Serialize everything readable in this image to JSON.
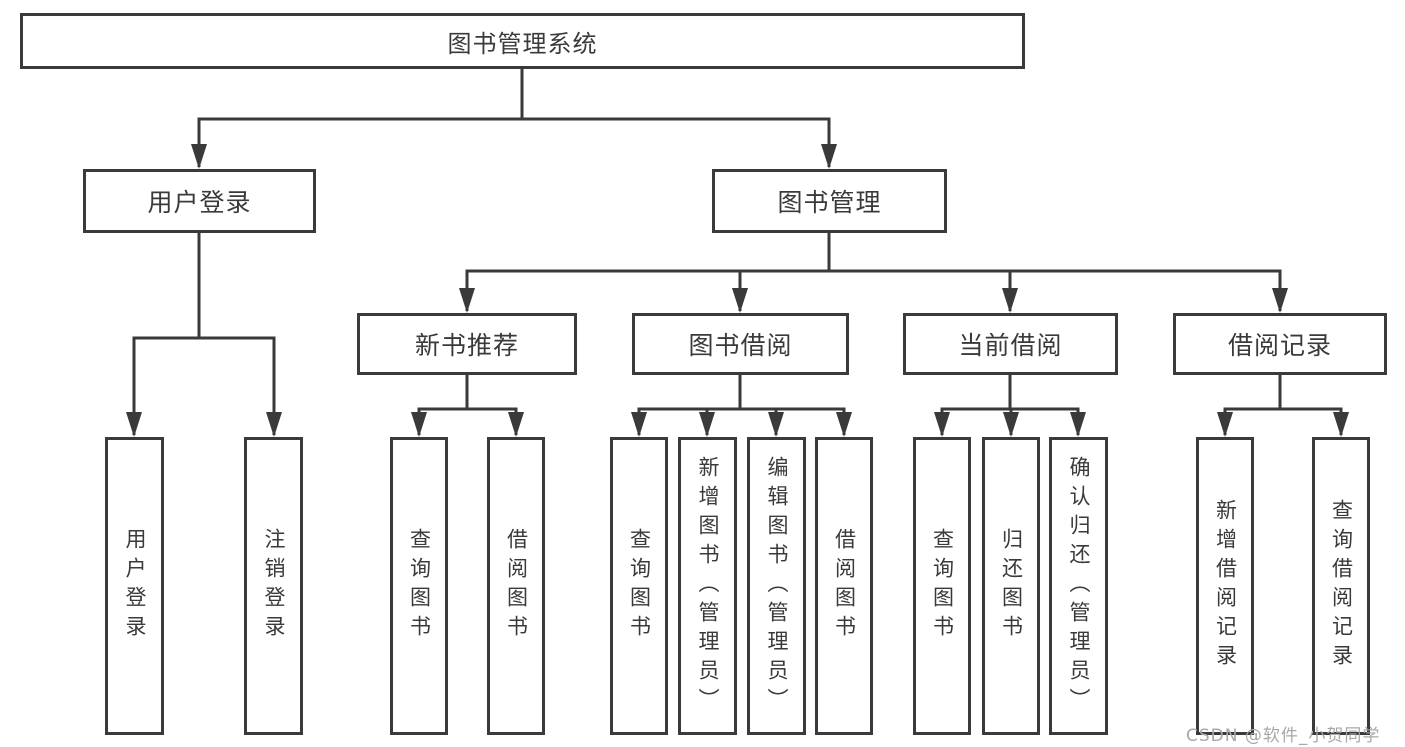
{
  "colors": {
    "line": "#3a3a3a",
    "text": "#3a3a3a",
    "background": "#ffffff",
    "watermark": "#a8a8a8"
  },
  "watermark": {
    "text": "CSDN @软件_小贺同学"
  },
  "tree": {
    "root": {
      "label": "图书管理系统"
    },
    "branches": [
      {
        "label": "用户登录",
        "children": [
          {
            "label": "用户登录"
          },
          {
            "label": "注销登录"
          }
        ]
      },
      {
        "label": "图书管理",
        "children": [
          {
            "label": "新书推荐",
            "children": [
              {
                "label": "查询图书"
              },
              {
                "label": "借阅图书"
              }
            ]
          },
          {
            "label": "图书借阅",
            "children": [
              {
                "label": "查询图书"
              },
              {
                "label": "新增图书（管理员）"
              },
              {
                "label": "编辑图书（管理员）"
              },
              {
                "label": "借阅图书"
              }
            ]
          },
          {
            "label": "当前借阅",
            "children": [
              {
                "label": "查询图书"
              },
              {
                "label": "归还图书"
              },
              {
                "label": "确认归还（管理员）"
              }
            ]
          },
          {
            "label": "借阅记录",
            "children": [
              {
                "label": "新增借阅记录"
              },
              {
                "label": "查询借阅记录"
              }
            ]
          }
        ]
      }
    ]
  }
}
